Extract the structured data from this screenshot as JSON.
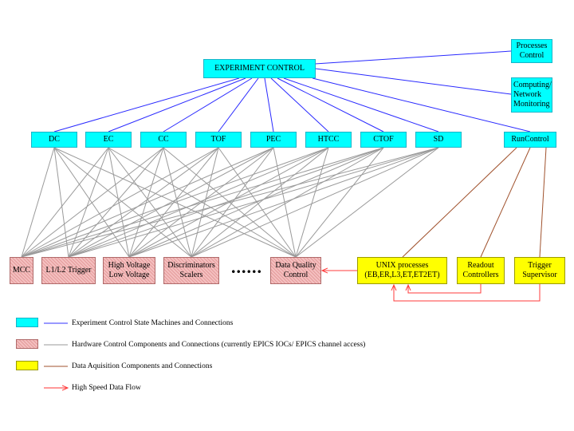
{
  "diagram": {
    "top_node": "EXPERIMENT CONTROL",
    "side_nodes": {
      "processes_control": "Processes\nControl",
      "computing_monitoring": "Computing/\nNetwork\nMonitoring"
    },
    "subsystems": [
      "DC",
      "EC",
      "CC",
      "TOF",
      "PEC",
      "HTCC",
      "CTOF",
      "SD"
    ],
    "run_control": "RunControl",
    "hardware_nodes": {
      "mcc": "MCC",
      "l1l2_trigger": "L1/L2 Trigger",
      "high_voltage": "High Voltage\nLow Voltage",
      "discriminators": "Discriminators\nScalers",
      "ellipsis": "......",
      "data_quality": "Data Quality\nControl"
    },
    "daq_nodes": {
      "unix_processes": "UNIX processes\n(EB,ER,L3,ET,ET2ET)",
      "readout_controllers": "Readout\nControllers",
      "trigger_supervisor": "Trigger\nSupervisor"
    }
  },
  "legend": {
    "items": [
      {
        "text": "Experiment Control State Machines and Connections",
        "swatch": "cyan",
        "line_color": "#3333ff"
      },
      {
        "text": "Hardware Control Components and Connections (currently EPICS IOCs/ EPICS channel access)",
        "swatch": "pink",
        "line_color": "#999999"
      },
      {
        "text": "Data Aquisition Components and Connections",
        "swatch": "yellow",
        "line_color": "#a0522d"
      },
      {
        "text": "High Speed Data Flow",
        "swatch": "none",
        "line_color": "#ff3333"
      }
    ]
  },
  "colors": {
    "control_line": "#2a2aff",
    "hardware_line": "#9a9a9a",
    "daq_line": "#a0522d",
    "data_flow": "#ff3b3b",
    "cyan_fill": "#00ffff",
    "pink_fill": "#f4c0c0",
    "yellow_fill": "#ffff00"
  }
}
